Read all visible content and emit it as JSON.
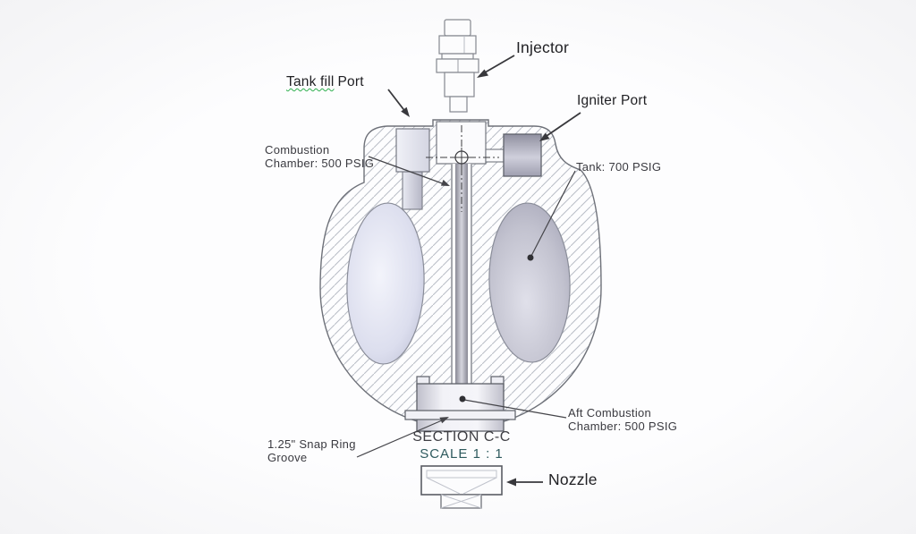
{
  "diagram": {
    "title_context": "rocket motor cross-section drawing",
    "section_label": "SECTION C-C",
    "scale_label": "SCALE 1 : 1",
    "callouts": {
      "injector": "Injector",
      "tank_fill_word": "Tank fill",
      "tank_fill_port_word": "Port",
      "igniter_port": "Igniter Port",
      "combustion_chamber_line1": "Combustion",
      "combustion_chamber_line2": "Chamber: 500 PSIG",
      "tank": "Tank: 700 PSIG",
      "aft_combustion_line1": "Aft Combustion",
      "aft_combustion_line2": "Chamber: 500 PSIG",
      "snap_ring_line1": "1.25\" Snap Ring",
      "snap_ring_line2": "Groove",
      "nozzle": "Nozzle"
    },
    "values": {
      "combustion_chamber_pressure": "500 PSIG",
      "tank_pressure": "700 PSIG",
      "aft_combustion_chamber_pressure": "500 PSIG",
      "snap_ring_groove_size": "1.25\"",
      "drawing_scale": "1 : 1"
    },
    "colors": {
      "background": "#fdfdfe",
      "hatch_line": "#b9bdc7",
      "part_outline": "#6e7179",
      "dark_outline": "#5d6068",
      "leader_line": "#38383c",
      "annotation_text": "#1f1f23",
      "callout_text": "#3a3a40",
      "scale_text": "#2e5a5e",
      "spellcheck_underline": "#2faf4f",
      "cavity_left_fill": "#d6d8e8",
      "cavity_right_fill": "#c0c0ce",
      "igniter_fill": "#a8a8b8"
    }
  }
}
